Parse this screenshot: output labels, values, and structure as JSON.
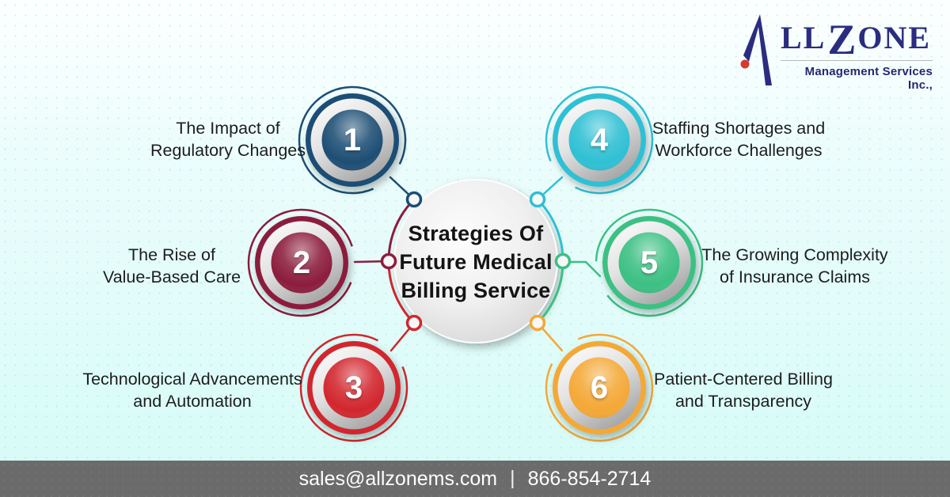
{
  "title": {
    "lines": [
      "Strategies Of",
      "Future Medical",
      "Billing Service"
    ]
  },
  "items": [
    {
      "number": "1",
      "color": "#1d4e74",
      "lines": [
        "The Impact of",
        "Regulatory Changes"
      ]
    },
    {
      "number": "2",
      "color": "#8c1c3d",
      "lines": [
        "The Rise of",
        "Value-Based Care"
      ]
    },
    {
      "number": "3",
      "color": "#d2262e",
      "lines": [
        "Technological Advancements",
        "and Automation"
      ]
    },
    {
      "number": "4",
      "color": "#2fc0d4",
      "lines": [
        "Staffing Shortages and",
        "Workforce Challenges"
      ]
    },
    {
      "number": "5",
      "color": "#3cc083",
      "lines": [
        "The Growing Complexity",
        "of Insurance Claims"
      ]
    },
    {
      "number": "6",
      "color": "#f4a836",
      "lines": [
        "Patient-Centered Billing",
        "and Transparency"
      ]
    }
  ],
  "logo": {
    "letters_left": "LL",
    "letter_z": "Z",
    "letters_right": "ONE",
    "tagline": "Management Services Inc.,",
    "navy": "#2a2d7f",
    "red": "#d63a2f"
  },
  "footer": {
    "email": "sales@allzonems.com",
    "separator": "|",
    "phone": "866-854-2714",
    "background": "#6b6b6b"
  }
}
